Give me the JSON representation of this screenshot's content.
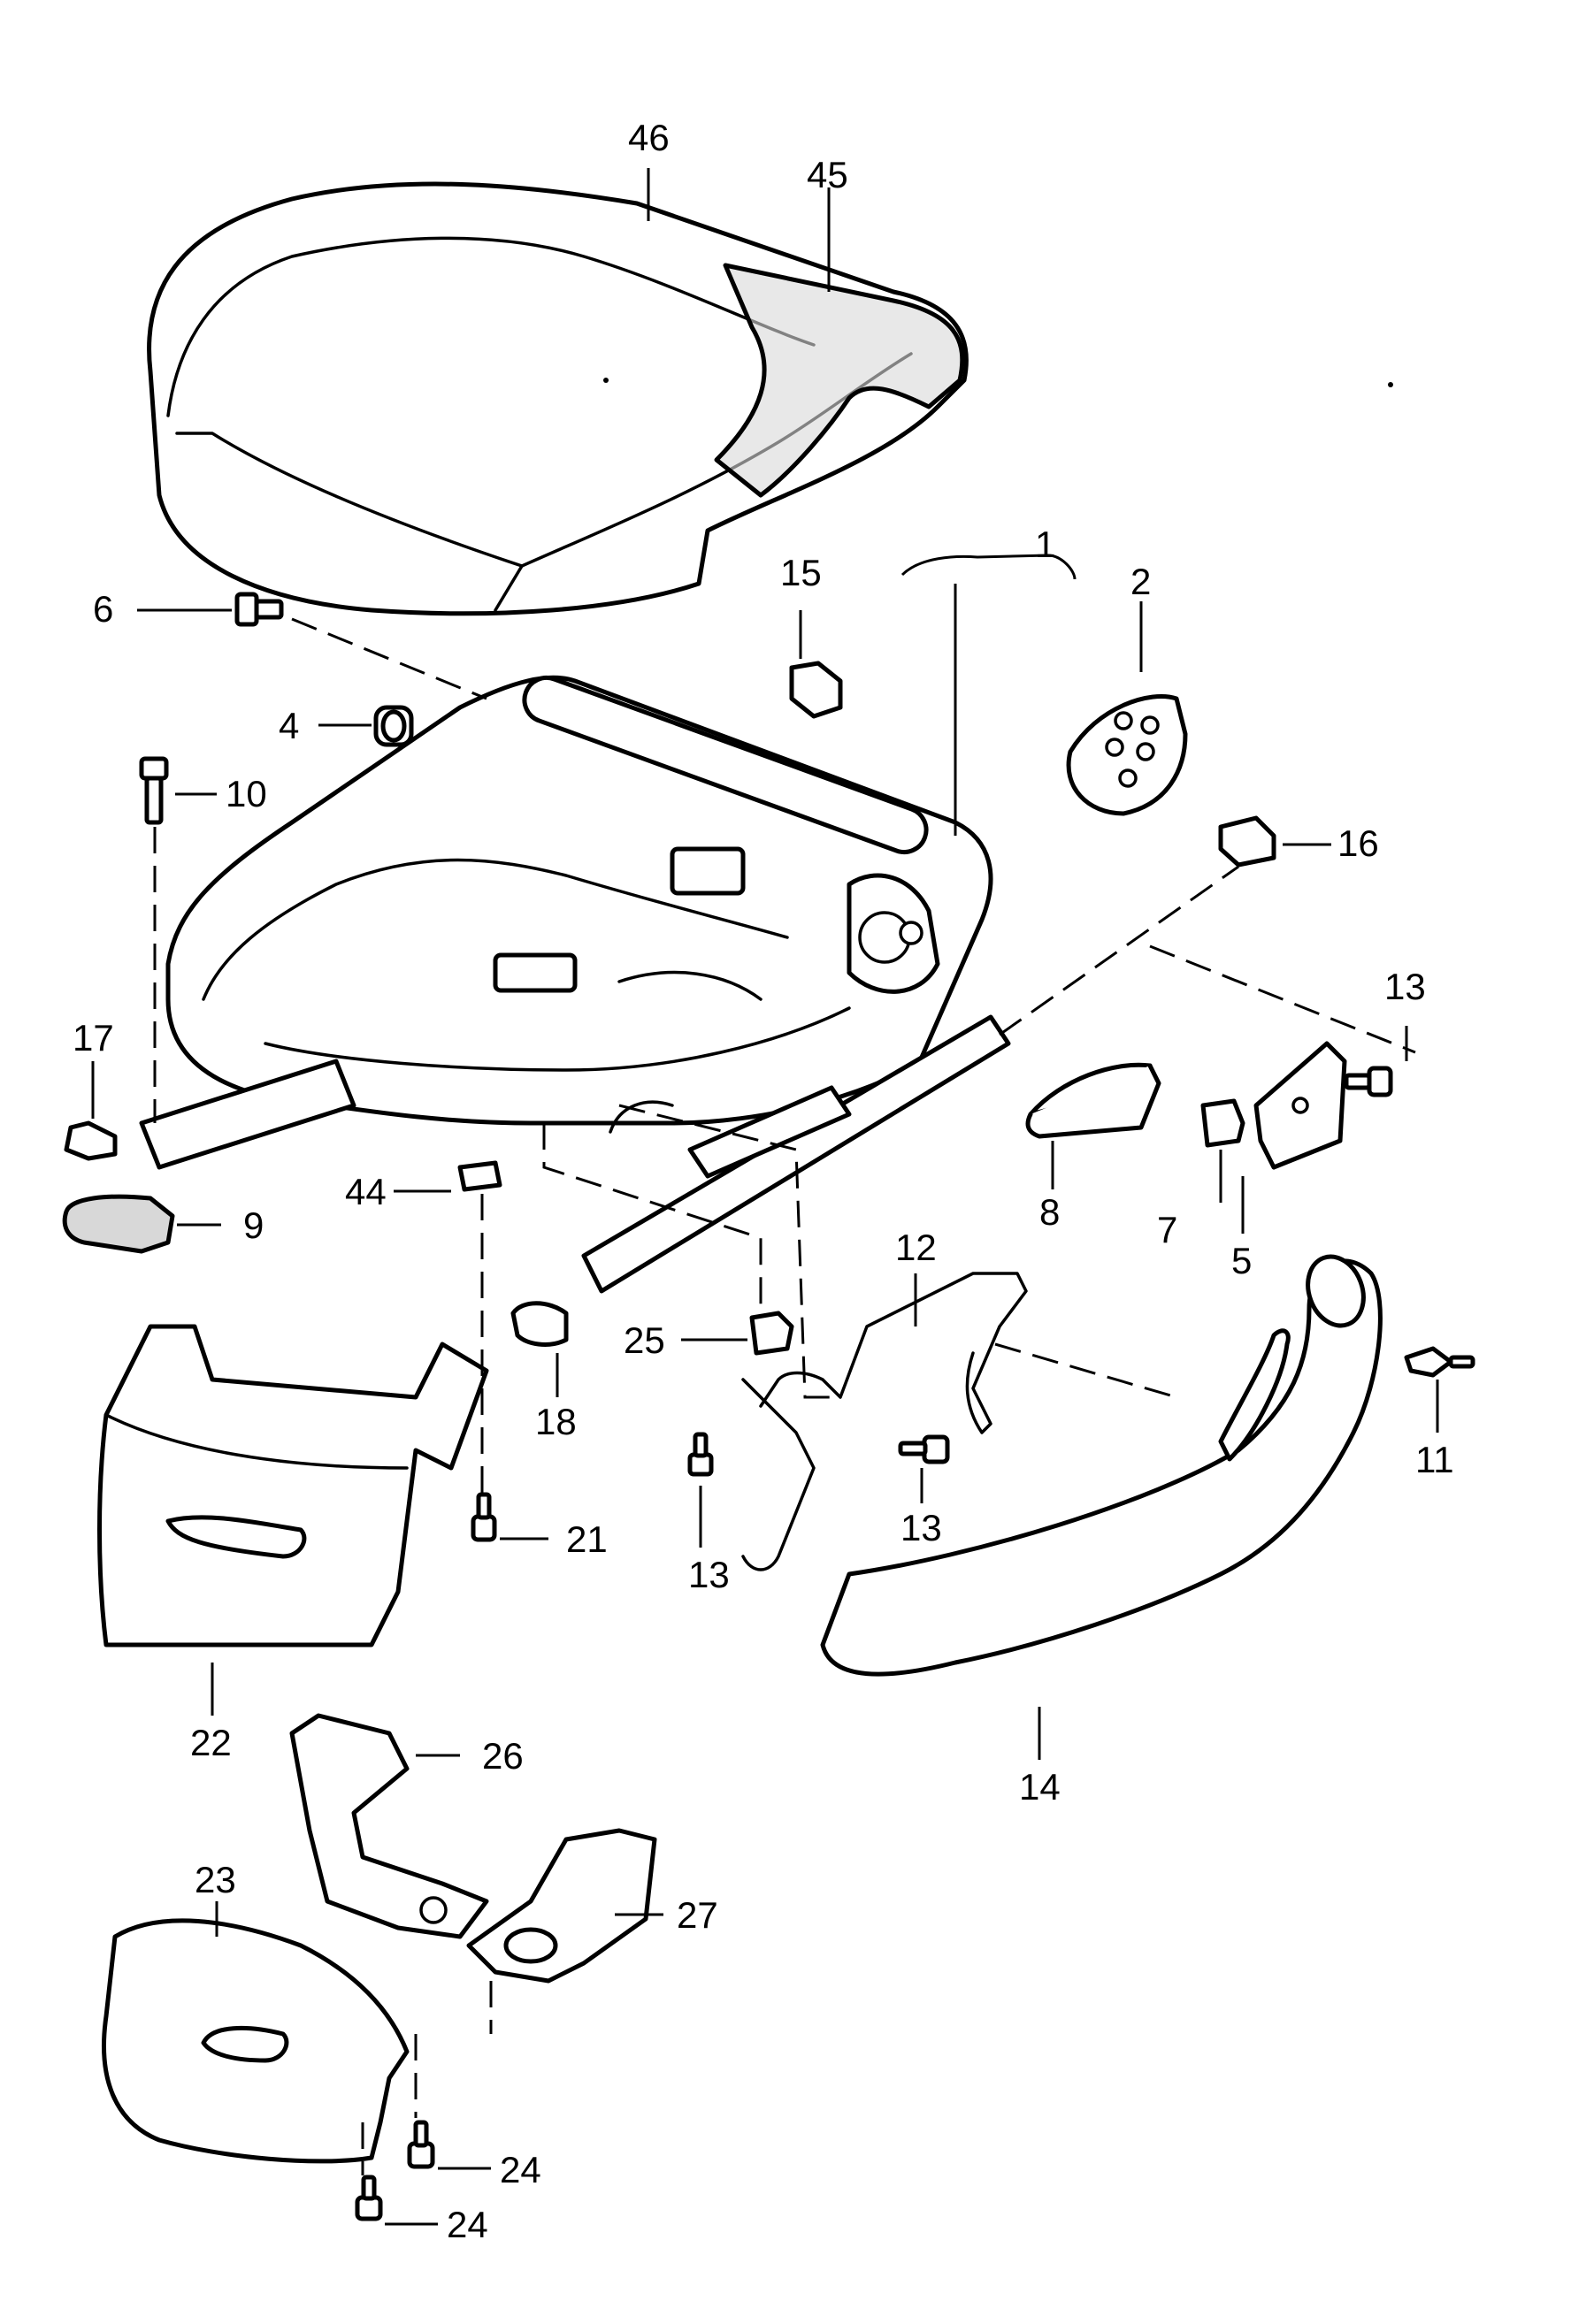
{
  "callouts": {
    "c46": "46",
    "c45": "45",
    "c1": "1",
    "c2": "2",
    "c15": "15",
    "c6": "6",
    "c4": "4",
    "c10": "10",
    "c16": "16",
    "c13a": "13",
    "c17": "17",
    "c44": "44",
    "c9": "9",
    "c8": "8",
    "c7": "7",
    "c5": "5",
    "c12": "12",
    "c25": "25",
    "c18": "18",
    "c11": "11",
    "c21": "21",
    "c13b": "13",
    "c13c": "13",
    "c22": "22",
    "c14": "14",
    "c26": "26",
    "c23": "23",
    "c27": "27",
    "c24a": "24",
    "c24b": "24"
  }
}
